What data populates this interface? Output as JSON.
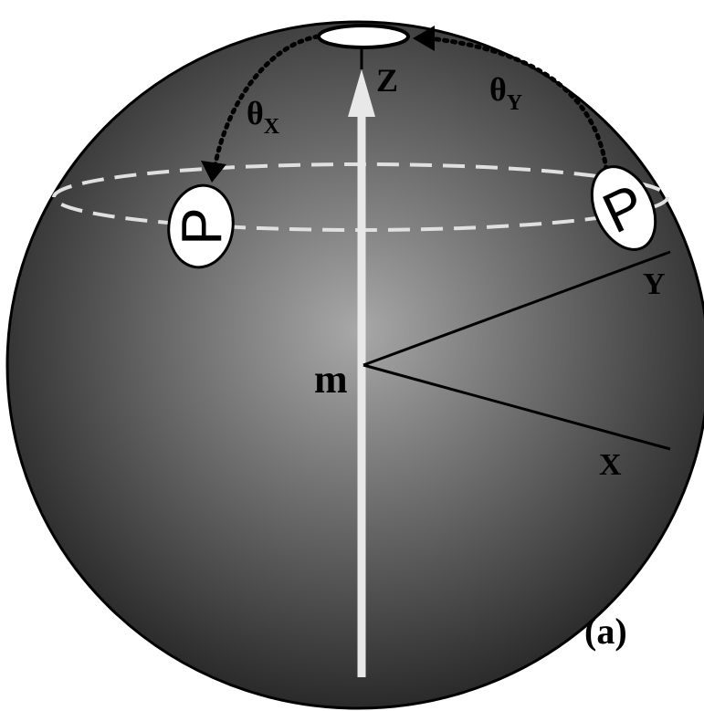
{
  "labels": {
    "z_axis": "Z",
    "y_axis": "Y",
    "x_axis": "X",
    "center": "m",
    "panel": "(a)",
    "theta_x": {
      "symbol": "θ",
      "subscript": "X"
    },
    "theta_y": {
      "symbol": "θ",
      "subscript": "Y"
    },
    "p_left": "P",
    "p_right": "P"
  },
  "colors": {
    "sphere_light": "#a8a8a8",
    "sphere_dark": "#2a2a2a",
    "axis_arrow": "#e8e8e8",
    "equator_dash": "#e0e0e0",
    "ink": "#000000",
    "marker_fill": "#ffffff"
  }
}
